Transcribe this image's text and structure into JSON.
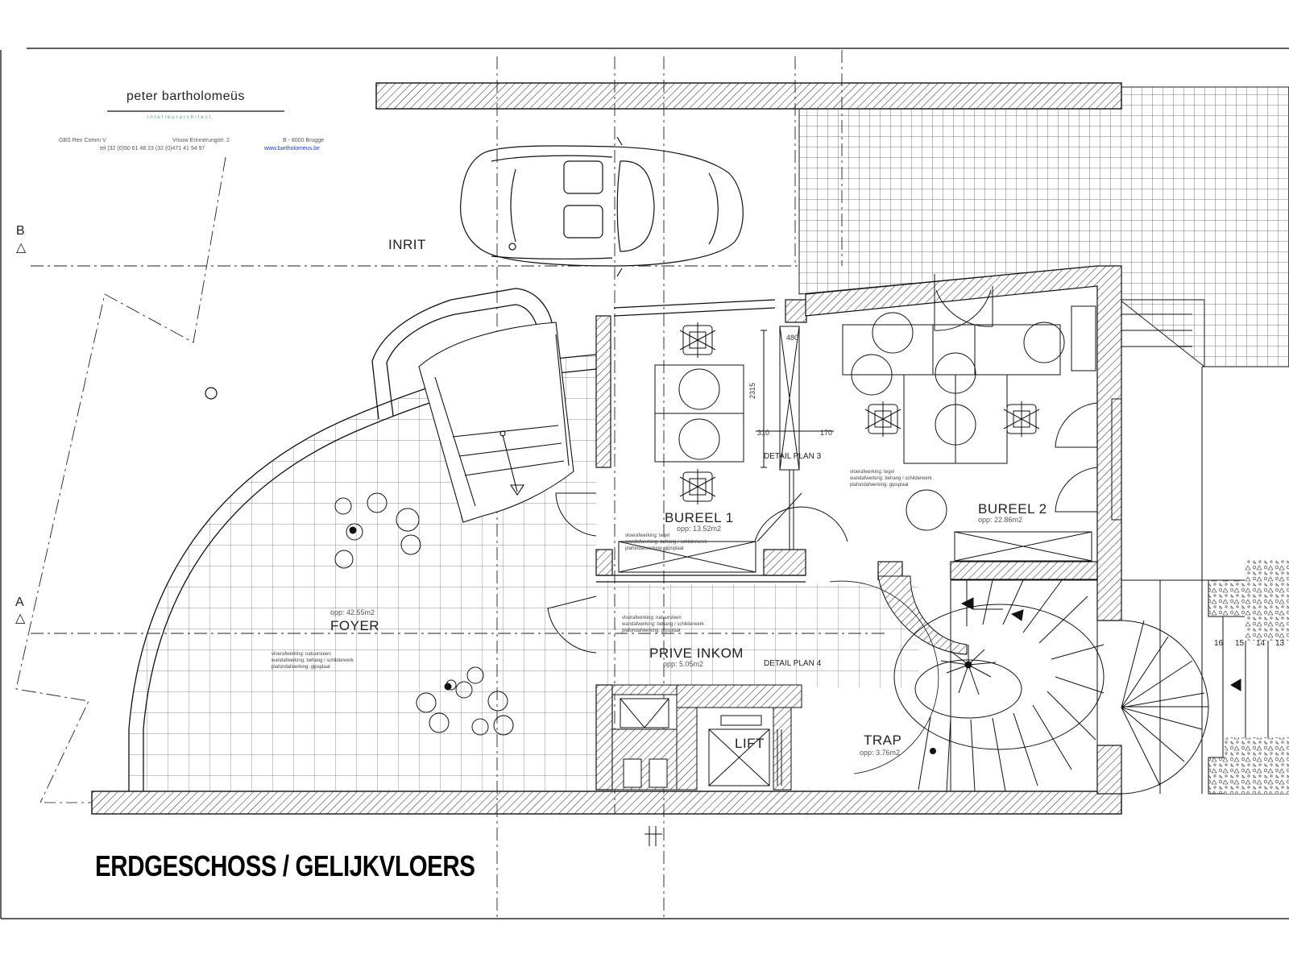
{
  "branding": {
    "name": "peter bartholomeüs",
    "tagline": "interieurarchitect",
    "address_line1_col1": "GBS Ren Comm V",
    "address_line1_col2": "Vrouw Erinnerungstr. 2",
    "address_line1_col3": "B - 8000 Brugge",
    "address_line2": "tel (32 (0)50 61 48 23   (32 (0)471 41 94 97",
    "website": "www.bartholomeus.be"
  },
  "title": "ERDGESCHOSS / GELIJKVLOERS",
  "section_marks": {
    "b": "B",
    "a": "A",
    "triangle": "△"
  },
  "rooms": {
    "inrit": "INRIT",
    "bureel1": {
      "name": "BUREEL  1",
      "area": "opp: 13.52m2"
    },
    "bureel2": {
      "name": "BUREEL  2",
      "area": "opp: 22.86m2"
    },
    "foyer": {
      "name": "FOYER",
      "area": "opp: 42.55m2"
    },
    "prive_inkom": {
      "name": "PRIVE INKOM",
      "area": "opp: 5.05m2"
    },
    "lift": "LIFT",
    "trap": {
      "name": "TRAP",
      "area": "opp: 3.76m2"
    }
  },
  "details": {
    "plan3": "DETAIL PLAN 3",
    "plan4": "DETAIL PLAN 4"
  },
  "dimensions": {
    "d480": "480",
    "d2315": "2315",
    "d310": "310",
    "d170": "170"
  },
  "stair_numbers": [
    "16",
    "15",
    "14",
    "13"
  ],
  "notes": {
    "bureel1": [
      "vloerafwerking: tegel",
      "wandafwerking: behang / schilderwerk",
      "plafondafwerking: gipsplaat"
    ],
    "bureel2": [
      "vloerafwerking: tegel",
      "wandafwerking: behang / schilderwerk",
      "plafondafwerking: gipsplaat"
    ],
    "prive": [
      "vloerafwerking: natuursteen",
      "wandafwerking: behang / schilderwerk",
      "plafondafwerking: gipsplaat"
    ],
    "foyer": [
      "vloerafwerking: natuursteen",
      "wandafwerking: behang / schilderwerk",
      "plafondafwerking: gipsplaat"
    ]
  }
}
